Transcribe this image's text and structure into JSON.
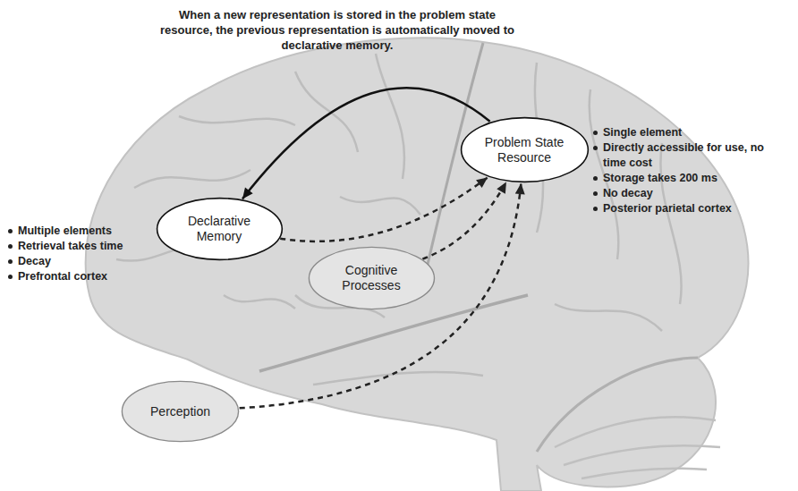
{
  "diagram": {
    "nodes": [
      {
        "text": [
          "Problem State Resource"
        ]
      },
      {
        "text": [
          "Declarative Memory"
        ]
      },
      {
        "text": [
          "Cognitive Processes"
        ]
      },
      {
        "text": [
          "Perception"
        ]
      }
    ],
    "edges": [
      {
        "from": 0,
        "to": 1,
        "arrow": "to"
      },
      {
        "from": 1,
        "to": 0,
        "arrow": "to"
      },
      {
        "from": 2,
        "to": 0,
        "arrow": "to"
      },
      {
        "from": 3,
        "to": 0,
        "arrow": "to"
      }
    ],
    "labels": [
      "When a new representation is stored in the problem state resource, the previous representation is automatically moved to declarative memory.",
      "Multiple elements",
      "Retrieval takes time",
      "Decay",
      "Prefrontal cortex",
      "Single element",
      "Directly accessible for use, no time cost",
      "Storage takes 200 ms",
      "No decay",
      "Posterior parietal cortex"
    ]
  }
}
